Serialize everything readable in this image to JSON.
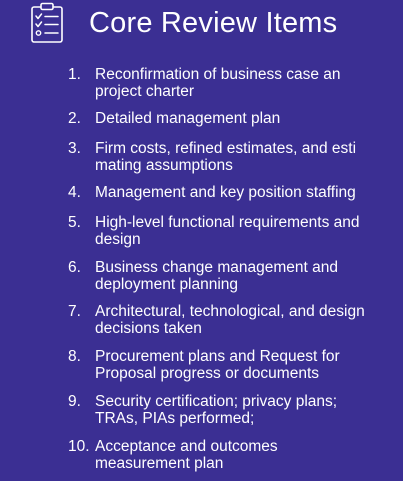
{
  "header": {
    "title": "Core Review Items",
    "icon": "checklist-icon"
  },
  "colors": {
    "background": "#3b2f93",
    "text": "#ffffff"
  },
  "items": [
    {
      "number": "1.",
      "lines": [
        "Reconfirmation of business case an",
        "project charter"
      ]
    },
    {
      "number": "2.",
      "lines": [
        "Detailed management plan"
      ]
    },
    {
      "number": "3.",
      "lines": [
        "Firm costs, refined estimates, and esti",
        "mating assumptions"
      ]
    },
    {
      "number": "4.",
      "lines": [
        "Management and key position staffing"
      ]
    },
    {
      "number": "5.",
      "lines": [
        "High-level functional requirements and",
        "design"
      ]
    },
    {
      "number": "6.",
      "lines": [
        "Business change management and",
        "deployment planning"
      ]
    },
    {
      "number": "7.",
      "lines": [
        "Architectural, technological, and design",
        "decisions taken"
      ]
    },
    {
      "number": "8.",
      "lines": [
        "Procurement plans and Request for",
        "Proposal progress or documents"
      ]
    },
    {
      "number": "9.",
      "lines": [
        "Security certification; privacy plans;",
        "TRAs, PIAs performed;"
      ]
    },
    {
      "number": "10.",
      "lines": [
        "Acceptance and outcomes",
        "measurement plan"
      ]
    }
  ]
}
